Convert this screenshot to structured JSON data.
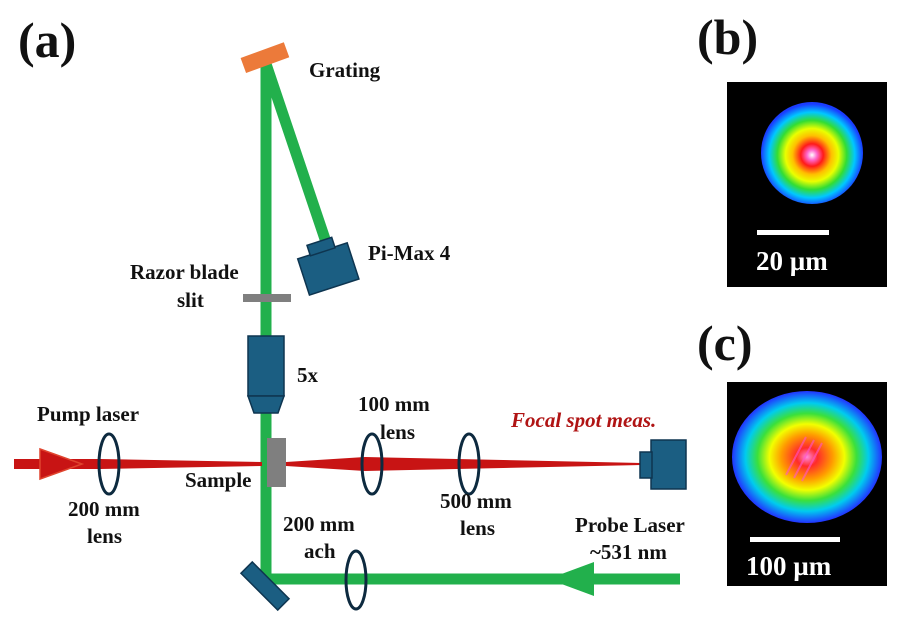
{
  "panels": {
    "a": "(a)",
    "b": "(b)",
    "c": "(c)"
  },
  "labels": {
    "grating": "Grating",
    "pimax": "Pi-Max 4",
    "razor_line1": "Razor blade",
    "razor_line2": "slit",
    "objective": "5x",
    "pump": "Pump laser",
    "lens_200_line1": "200 mm",
    "lens_200_line2": "lens",
    "sample": "Sample",
    "lens_100_line1": "100 mm",
    "lens_100_line2": "lens",
    "lens_500_line1": "500 mm",
    "lens_500_line2": "lens",
    "focal_spot": "Focal spot meas.",
    "ach_line1": "200 mm",
    "ach_line2": "ach",
    "probe_line1": "Probe Laser",
    "probe_line2": "~531 nm"
  },
  "scalebars": {
    "b": "20 µm",
    "c": "100 µm"
  },
  "colors": {
    "green_beam": "#22b04c",
    "red_beam": "#c81414",
    "component": "#1b5e82",
    "grating": "#ec7a3a",
    "grey_part": "#7f7f7f",
    "focal_text": "#b01414"
  }
}
